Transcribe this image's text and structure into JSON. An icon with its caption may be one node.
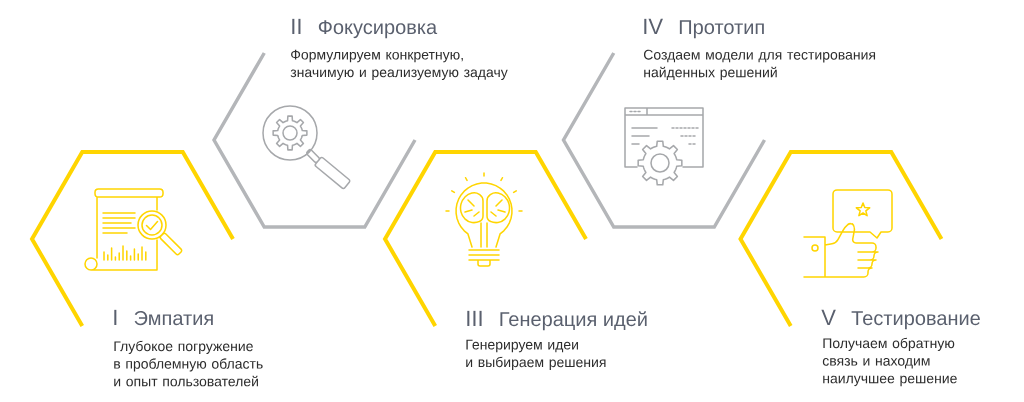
{
  "diagram": {
    "nodes": [
      {
        "text": [
          "I",
          "Эмпатия",
          "Глубокое погружение в проблемную область и опыт пользователей"
        ]
      },
      {
        "text": [
          "II",
          "Фокусировка",
          "Формулируем конкретную, значимую и реализуемую задачу"
        ]
      },
      {
        "text": [
          "III",
          "Генерация идей",
          "Генерируем идеи и выбираем решения"
        ]
      },
      {
        "text": [
          "IV",
          "Прототип",
          "Создаем модели для тестирования найденных решений"
        ]
      },
      {
        "text": [
          "V",
          "Тестирование",
          "Получаем обратную связь и находим наилучшее решение"
        ]
      }
    ]
  }
}
